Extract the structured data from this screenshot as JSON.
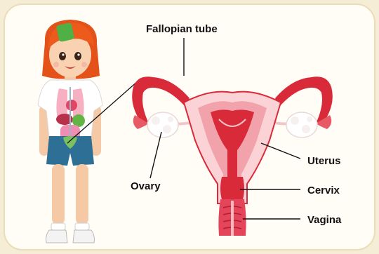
{
  "labels": {
    "fallopian_tube": "Fallopian tube",
    "ovary": "Ovary",
    "uterus": "Uterus",
    "cervix": "Cervix",
    "vagina": "Vagina"
  },
  "colors": {
    "background": "#f6edd6",
    "panel": "#fffdf6",
    "tissue_dark": "#d92a3a",
    "tissue_mid": "#f2a2ab",
    "tissue_light": "#fbd3d6",
    "ovary": "#ffffff",
    "hair": "#ec5a1c",
    "shirt": "#ffffff",
    "shorts": "#2e6f96",
    "leader_line": "#111111"
  },
  "icons": [
    "girl-figure",
    "ovary-shape",
    "uterus-shape"
  ]
}
